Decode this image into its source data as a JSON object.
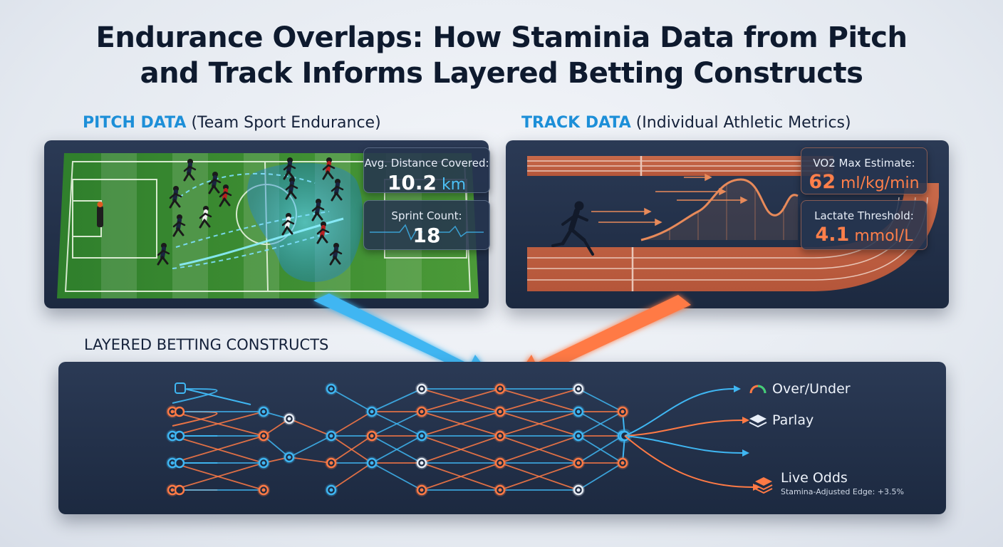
{
  "title": {
    "line1": "Endurance Overlaps: How Staminia Data from Pitch",
    "line2": "and Track Informs Layered Betting Constructs"
  },
  "pitch_section": {
    "heading_highlight": "PITCH DATA",
    "heading_rest": " (Team Sport Endurance)",
    "metrics": [
      {
        "label": "Avg. Distance Covered:",
        "value": "10.2",
        "unit": " km"
      },
      {
        "label": "Sprint Count:",
        "value": "18",
        "unit": ""
      }
    ]
  },
  "track_section": {
    "heading_highlight": "TRACK DATA",
    "heading_rest": " (Individual Athletic Metrics)",
    "metrics": [
      {
        "label": "VO2 Max Estimate:",
        "value": "62",
        "unit": " ml/kg/min"
      },
      {
        "label": "Lactate Threshold:",
        "value": "4.1",
        "unit": " mmol/L"
      }
    ]
  },
  "constructs_section": {
    "heading": "LAYERED BETTING CONSTRUCTS",
    "outputs": [
      {
        "label": "Over/Under",
        "icon": "gauge-icon"
      },
      {
        "label": "Parlay",
        "icon": "layers-icon"
      },
      {
        "label": "Live Odds",
        "icon": "stacked-layers-icon",
        "note": "Stamina-Adjusted Edge: +3.5%"
      }
    ]
  },
  "colors": {
    "blue": "#3fb6f2",
    "orange": "#ff7a45",
    "panel": "#24324b",
    "title": "#0e1a2e"
  }
}
